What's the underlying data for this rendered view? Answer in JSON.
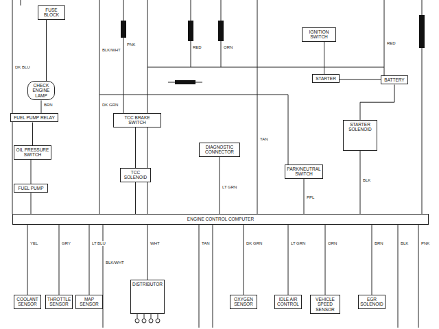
{
  "diagram": {
    "nodes": [
      {
        "text": [
          "FUSE BLOCK"
        ]
      },
      {
        "text": [
          "CHECK ENGINE LAMP"
        ]
      },
      {
        "text": [
          "FUEL PUMP RELAY"
        ]
      },
      {
        "text": [
          "OIL PRESSURE SWITCH"
        ]
      },
      {
        "text": [
          "FUEL PUMP"
        ]
      },
      {
        "text": [
          "TCC BRAKE SWITCH"
        ]
      },
      {
        "text": [
          "TCC SOLENOID"
        ]
      },
      {
        "text": [
          "DIAGNOSTIC CONNECTOR"
        ]
      },
      {
        "text": [
          "PARK/NEUTRAL SWITCH"
        ]
      },
      {
        "text": [
          "IGNITION SWITCH"
        ]
      },
      {
        "text": [
          "STARTER"
        ]
      },
      {
        "text": [
          "BATTERY"
        ]
      },
      {
        "text": [
          "STARTER SOLENOID"
        ]
      },
      {
        "text": [
          "ENGINE CONTROL COMPUTER"
        ]
      },
      {
        "text": [
          "COOLANT SENSOR"
        ]
      },
      {
        "text": [
          "THROTTLE SENSOR"
        ]
      },
      {
        "text": [
          "MAP SENSOR"
        ]
      },
      {
        "text": [
          "DISTRIBUTOR"
        ]
      },
      {
        "text": [
          "OXYGEN SENSOR"
        ]
      },
      {
        "text": [
          "IDLE AIR CONTROL"
        ]
      },
      {
        "text": [
          "VEHICLE SPEED SENSOR"
        ]
      },
      {
        "text": [
          "EGR SOLENOID"
        ]
      }
    ],
    "edges": [
      {
        "from": 0,
        "to": 1,
        "arrow": "none"
      },
      {
        "from": 1,
        "to": 2,
        "arrow": "none"
      },
      {
        "from": 2,
        "to": 3,
        "arrow": "none"
      },
      {
        "from": 3,
        "to": 4,
        "arrow": "none"
      },
      {
        "from": 4,
        "to": 13,
        "arrow": "none"
      },
      {
        "from": 5,
        "to": 6,
        "arrow": "none"
      },
      {
        "from": 6,
        "to": 13,
        "arrow": "none"
      },
      {
        "from": 7,
        "to": 13,
        "arrow": "none"
      },
      {
        "from": 8,
        "to": 13,
        "arrow": "none"
      },
      {
        "from": 9,
        "to": 10,
        "arrow": "none"
      },
      {
        "from": 10,
        "to": 11,
        "arrow": "none"
      },
      {
        "from": 11,
        "to": 12,
        "arrow": "none"
      },
      {
        "from": 12,
        "to": 13,
        "arrow": "none"
      },
      {
        "from": 13,
        "to": 14,
        "arrow": "none"
      },
      {
        "from": 13,
        "to": 15,
        "arrow": "none"
      },
      {
        "from": 13,
        "to": 16,
        "arrow": "none"
      },
      {
        "from": 13,
        "to": 17,
        "arrow": "none"
      },
      {
        "from": 13,
        "to": 18,
        "arrow": "none"
      },
      {
        "from": 13,
        "to": 19,
        "arrow": "none"
      },
      {
        "from": 13,
        "to": 20,
        "arrow": "none"
      },
      {
        "from": 13,
        "to": 21,
        "arrow": "none"
      }
    ],
    "labels": [
      "DK BLU",
      "BLK/WHT",
      "PNK",
      "RED",
      "ORN",
      "DK GRN",
      "TAN",
      "BRN",
      "LT GRN",
      "PPL",
      "RED",
      "BLK",
      "YEL",
      "GRY",
      "LT BLU",
      "BLK/WHT",
      "WHT",
      "TAN",
      "DK GRN",
      "LT GRN",
      "ORN",
      "BRN",
      "BLK",
      "PNK"
    ]
  }
}
